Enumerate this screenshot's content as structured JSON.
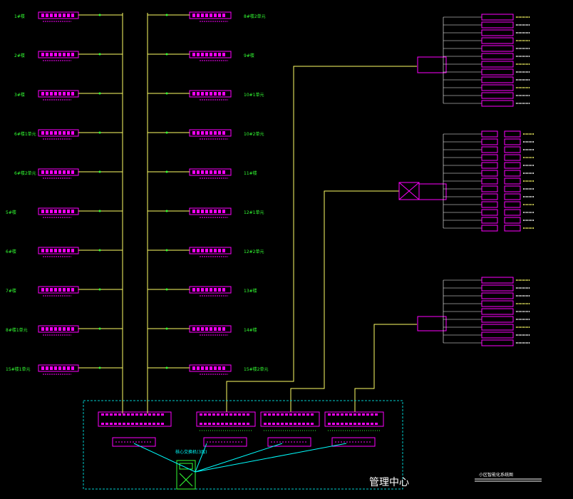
{
  "left_column": {
    "labels": [
      "1#楼",
      "2#楼",
      "3#楼",
      "6#楼1单元",
      "6#楼2单元",
      "5#楼",
      "6#楼",
      "7#楼",
      "8#楼1单元",
      "15#楼1单元"
    ]
  },
  "right_column": {
    "labels": [
      "8#楼2单元",
      "9#楼",
      "10#1单元",
      "10#2单元",
      "11#楼",
      "12#1单元",
      "12#2单元",
      "13#楼",
      "14#楼",
      "15#楼2单元"
    ]
  },
  "management_center": {
    "title": "管理中心",
    "core_switch_label": "核心交换机(3层)"
  },
  "footer": {
    "title": "小区智能化系统图"
  },
  "colors": {
    "device": "#ff00ff",
    "trunk": "#ffff66",
    "label_green": "#33ff33",
    "frame": "#00cccc",
    "fiber": "#00ffff",
    "text": "#ffffff"
  }
}
